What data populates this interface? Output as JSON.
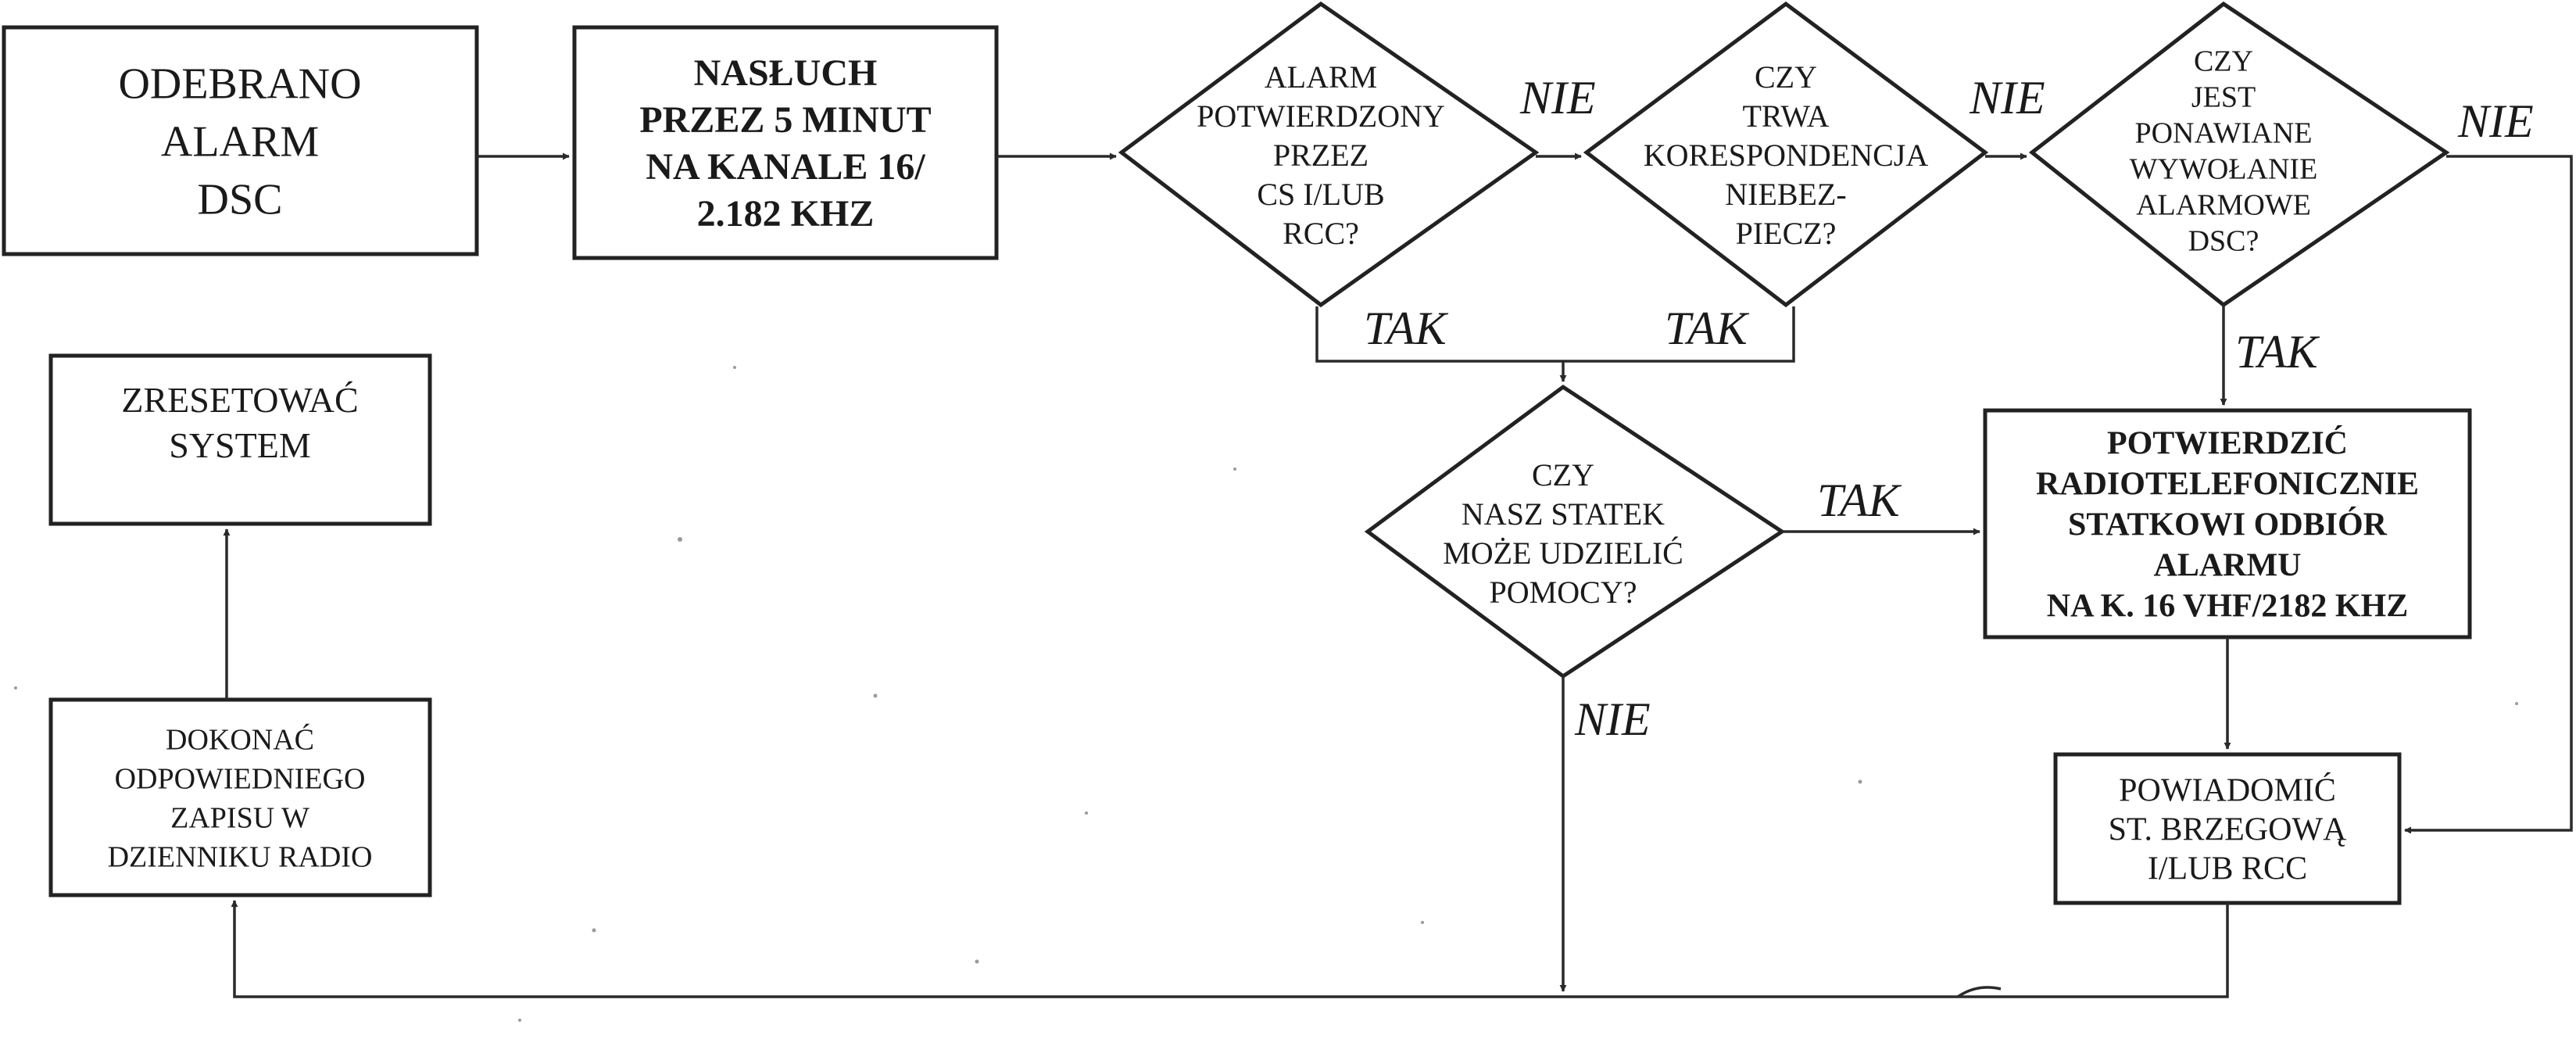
{
  "nodes": {
    "odebrano": [
      "ODEBRANO",
      "ALARM",
      "DSC"
    ],
    "nasluch": [
      "NASŁUCH",
      "PRZEZ 5 MINUT",
      "NA KANALE 16/",
      "2.182 KHZ"
    ],
    "alarm_potw": [
      "ALARM",
      "POTWIERDZONY",
      "PRZEZ",
      "CS I/LUB",
      "RCC?"
    ],
    "czy_trwa": [
      "CZY",
      "TRWA",
      "KORESPONDENCJA",
      "NIEBEZ-",
      "PIECZ?"
    ],
    "czy_jest": [
      "CZY",
      "JEST",
      "PONAWIANE",
      "WYWOŁANIE",
      "ALARMOWE",
      "DSC?"
    ],
    "zresetowac": [
      "ZRESETOWAĆ",
      "SYSTEM"
    ],
    "czy_nasz": [
      "CZY",
      "NASZ STATEK",
      "MOŻE UDZIELIĆ",
      "POMOCY?"
    ],
    "potwierdzic": [
      "POTWIERDZIĆ",
      "RADIOTELEFONICZNIE",
      "STATKOWI ODBIÓR",
      "ALARMU",
      "NA K. 16 VHF/2182 KHZ"
    ],
    "dokonac": [
      "DOKONAĆ",
      "ODPOWIEDNIEGO",
      "ZAPISU W",
      "DZIENNIKU RADIO"
    ],
    "powiadomic": [
      "POWIADOMIĆ",
      "ST. BRZEGOWĄ",
      "I/LUB RCC"
    ]
  },
  "labels": {
    "nie_1": "NIE",
    "nie_2": "NIE",
    "nie_3": "NIE",
    "tak_1": "TAK",
    "tak_2": "TAK",
    "tak_3": "TAK",
    "tak_4": "TAK",
    "nie_4": "NIE"
  }
}
